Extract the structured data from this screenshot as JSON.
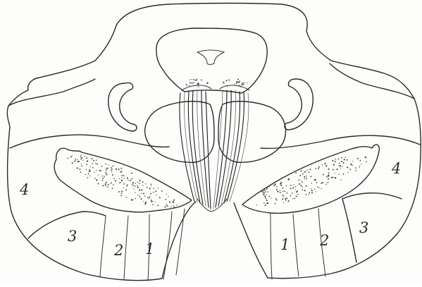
{
  "figure": {
    "labels": {
      "left_4": "4",
      "left_3": "3",
      "left_2": "2",
      "left_1": "1",
      "right_1": "1",
      "right_2": "2",
      "right_3": "3",
      "right_4": "4"
    },
    "ink_color": "#2a2a2a",
    "background_color": "#fdfdfb"
  }
}
